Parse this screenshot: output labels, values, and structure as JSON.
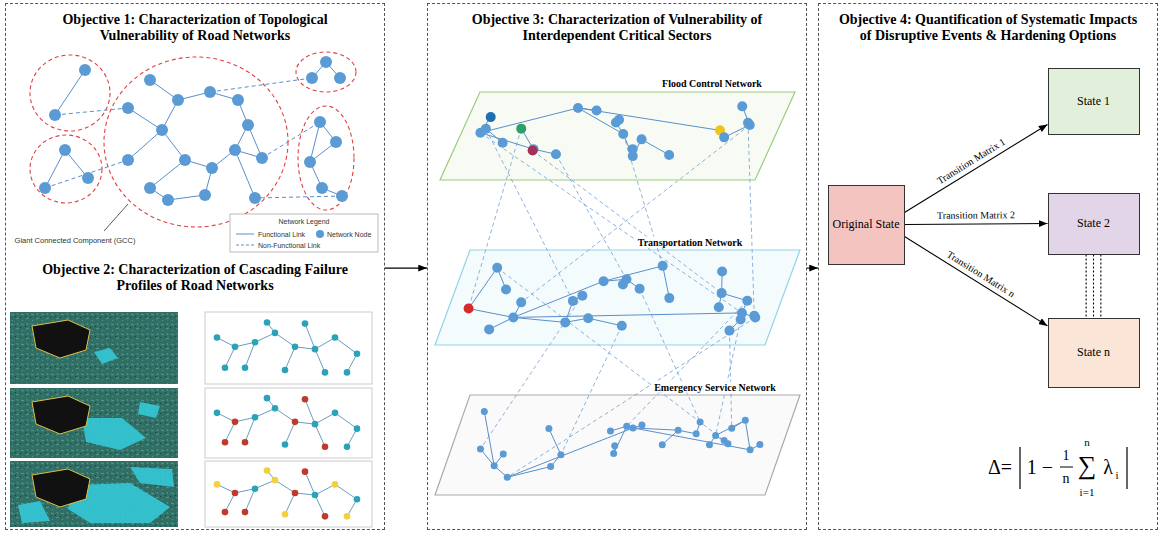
{
  "diagram": {
    "nodes": [
      {
        "text": [
          "Objective 1: Characterization of Topological Vulnerability of Road Networks",
          "Objective 2: Characterization of Cascading Failure Profiles of Road Networks"
        ]
      },
      {
        "text": [
          "Objective 3: Characterization of Vulnerability of Interdependent Critical Sectors"
        ]
      },
      {
        "text": [
          "Objective 4: Quantification of Systematic Impacts of Disruptive Events & Hardening Options"
        ]
      },
      {
        "text": [
          "Original State"
        ],
        "in": 2
      },
      {
        "text": [
          "State 1"
        ],
        "in": 2
      },
      {
        "text": [
          "State 2"
        ],
        "in": 2
      },
      {
        "text": [
          "State n"
        ],
        "in": 2
      }
    ],
    "edges": [
      {
        "from": 0,
        "to": 1,
        "arrow": "to"
      },
      {
        "from": 1,
        "to": 2,
        "arrow": "to"
      },
      {
        "from": 3,
        "to": 4,
        "label": "Transition Matrix 1",
        "arrow": "to"
      },
      {
        "from": 3,
        "to": 5,
        "label": "Transition Matrix 2",
        "arrow": "to"
      },
      {
        "from": 3,
        "to": 6,
        "label": "Transition Matrix n",
        "arrow": "to"
      },
      {
        "from": 5,
        "to": 6,
        "arrow": "none"
      }
    ],
    "labels": [
      "Giant Connected Component (GCC)",
      "Network Legend",
      "Flood Control Network",
      "Transportation Network",
      "Emergency Service Network",
      "Δ=",
      "1 −",
      "1",
      "n",
      "∑",
      "n",
      "i=1",
      "λ",
      "i"
    ],
    "legend": [
      {
        "text": "Functional Link"
      },
      {
        "text": "Network Node"
      },
      {
        "text": "Non-Functional Link"
      }
    ]
  }
}
